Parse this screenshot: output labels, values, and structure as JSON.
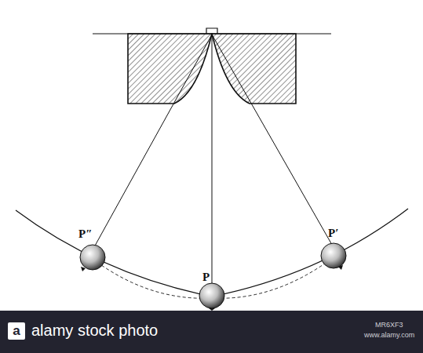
{
  "diagram": {
    "labels": [
      "P″",
      "P",
      "P′",
      "a",
      "alamy stock photo",
      "MR6XF3",
      "www.alamy.com"
    ]
  }
}
